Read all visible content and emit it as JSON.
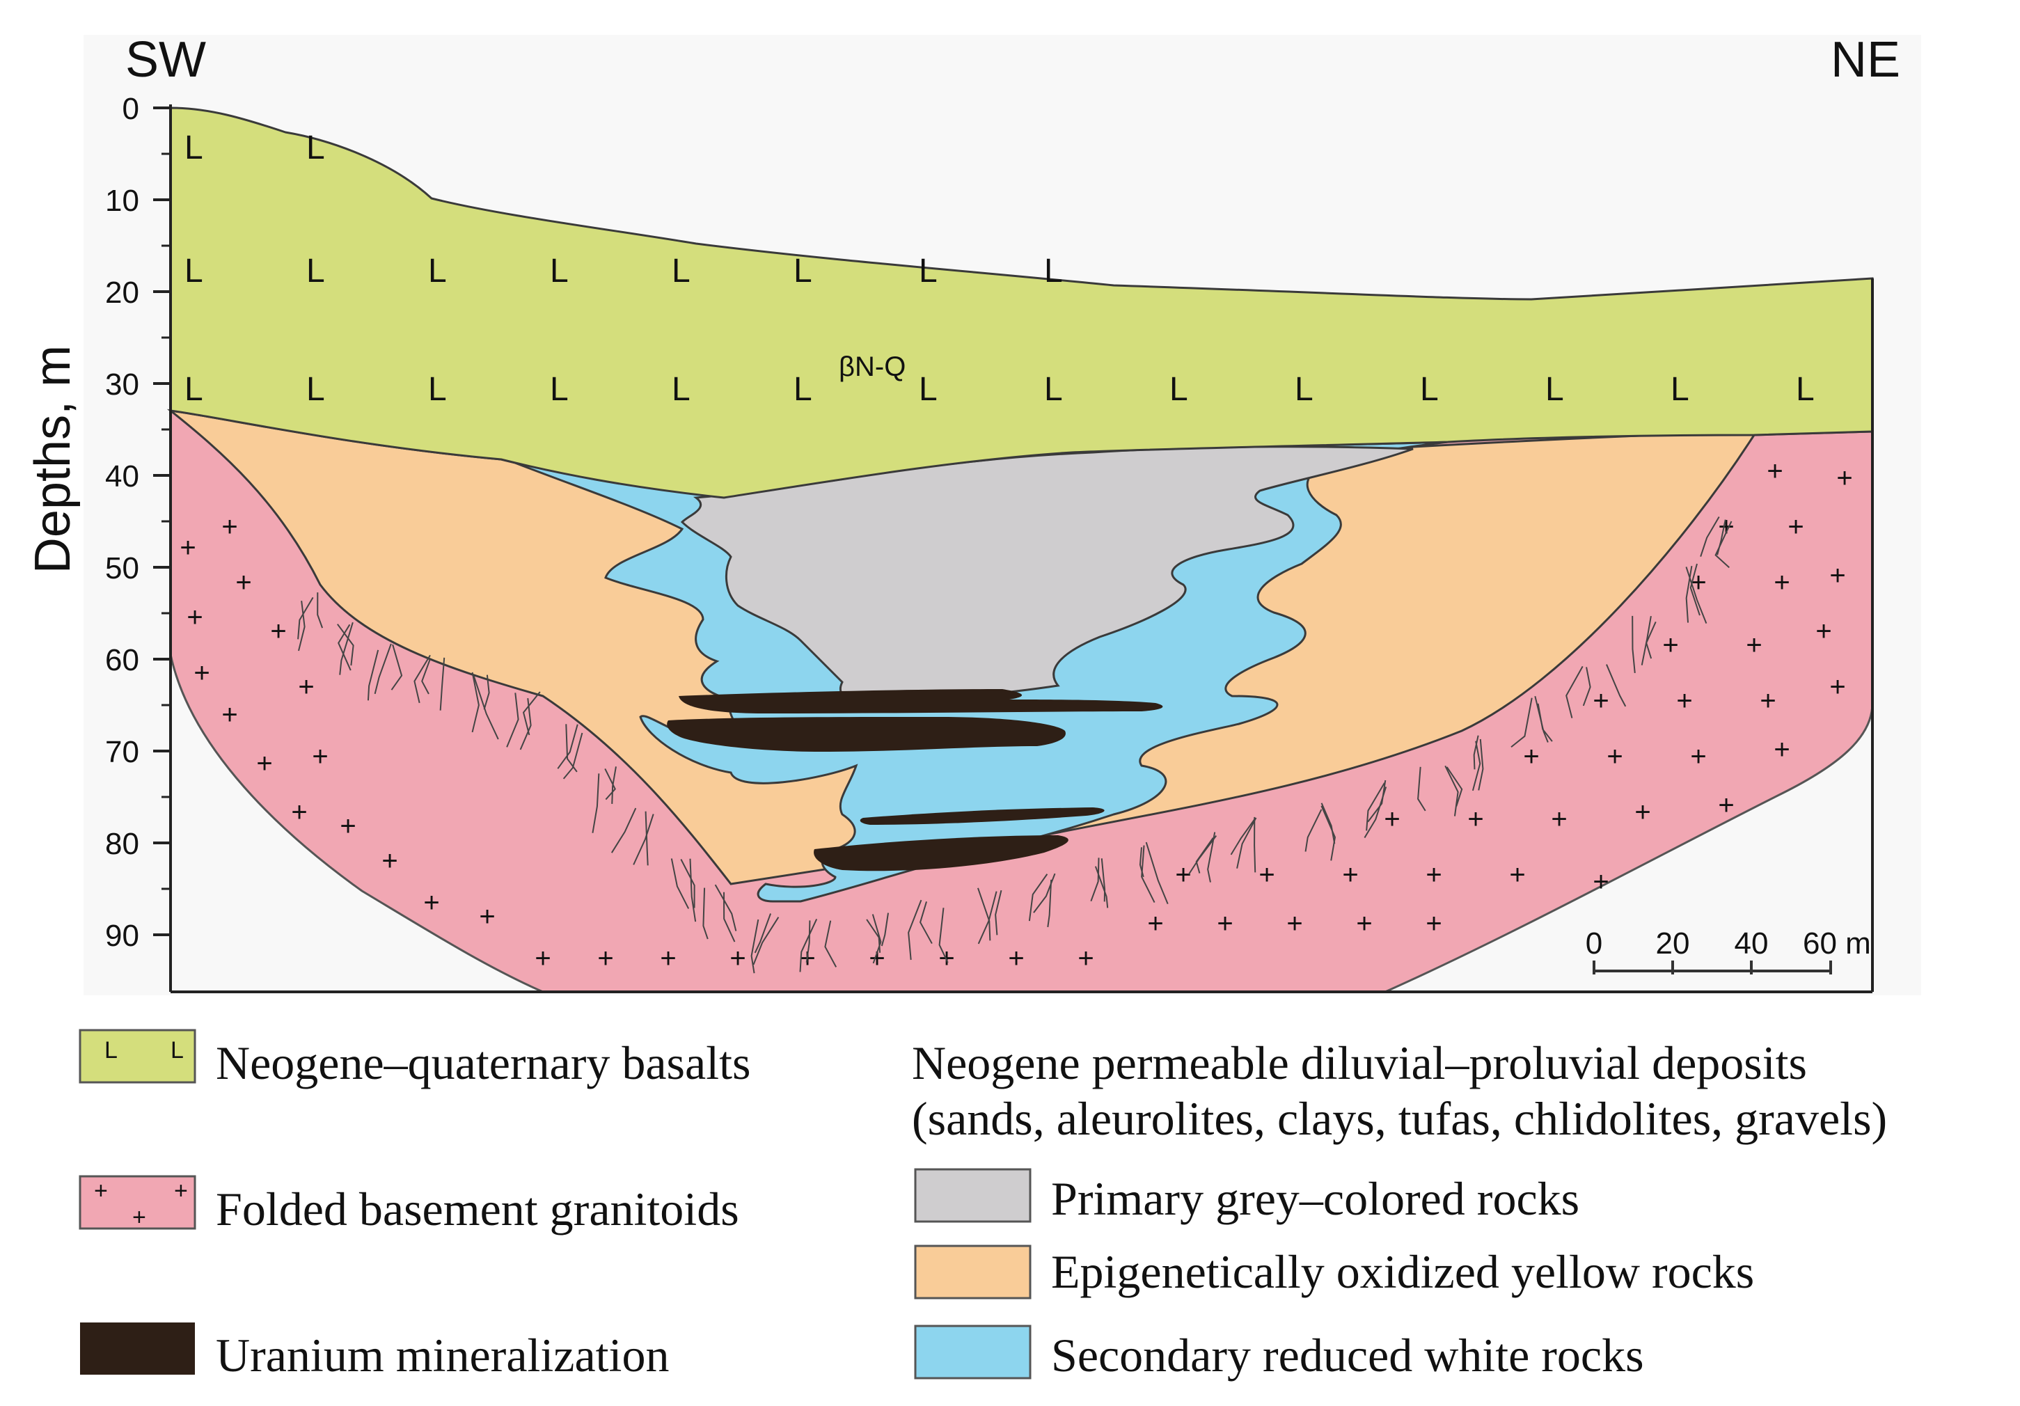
{
  "orientation": {
    "left": "SW",
    "right": "NE"
  },
  "y_axis": {
    "label": "Depths, m",
    "ticks": [
      "0",
      "10",
      "20",
      "30",
      "40",
      "50",
      "60",
      "70",
      "80",
      "90"
    ]
  },
  "unit_label": "βN-Q",
  "scale_bar": {
    "ticks": [
      "0",
      "20",
      "40",
      "60 m"
    ]
  },
  "legend": {
    "basalts": "Neogene–quaternary basalts",
    "granitoids": "Folded basement granitoids",
    "uranium": "Uranium mineralization",
    "deposits_heading_1": "Neogene permeable diluvial–proluvial deposits",
    "deposits_heading_2": "(sands, aleurolites, clays, tufas, chlidolites, gravels)",
    "grey": "Primary grey–colored rocks",
    "yellow": "Epigenetically oxidized yellow rocks",
    "white": "Secondary reduced white rocks"
  },
  "colors": {
    "basalt": "#d4de7c",
    "granite": "#f1a7b3",
    "grey": "#cfcdcf",
    "yellow": "#f9cc98",
    "blue": "#8dd5ee",
    "uranium": "#2e1f16",
    "line": "#3a3a3a"
  }
}
